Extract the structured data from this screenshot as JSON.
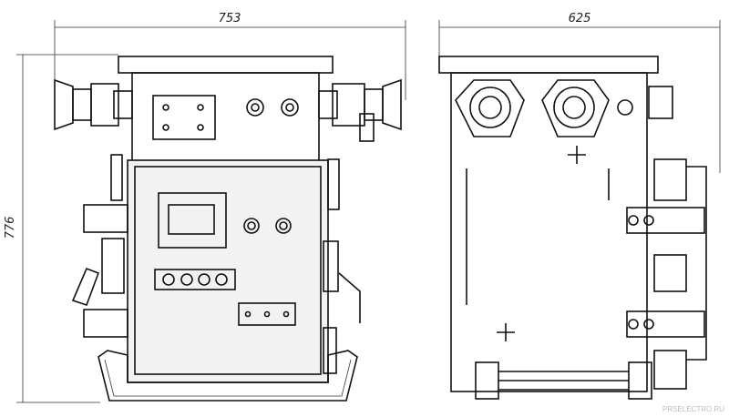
{
  "dimensions": {
    "front_width": "753",
    "side_depth": "625",
    "height": "776"
  },
  "watermark": "PRSELECTRO.RU"
}
